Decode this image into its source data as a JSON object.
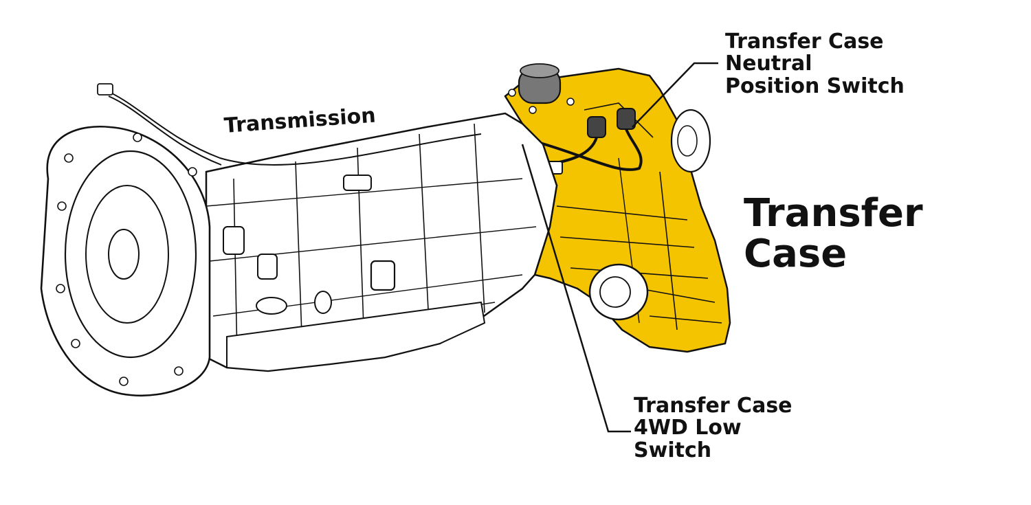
{
  "labels": {
    "transmission": "Transmission",
    "transfer_case": [
      "Transfer",
      "Case"
    ],
    "neutral_switch": [
      "Transfer Case",
      "Neutral",
      "Position Switch"
    ],
    "low_switch": [
      "Transfer Case",
      "4WD Low",
      "Switch"
    ]
  },
  "colors": {
    "transfer_case_fill": "#F5C400",
    "line": "#111111"
  }
}
